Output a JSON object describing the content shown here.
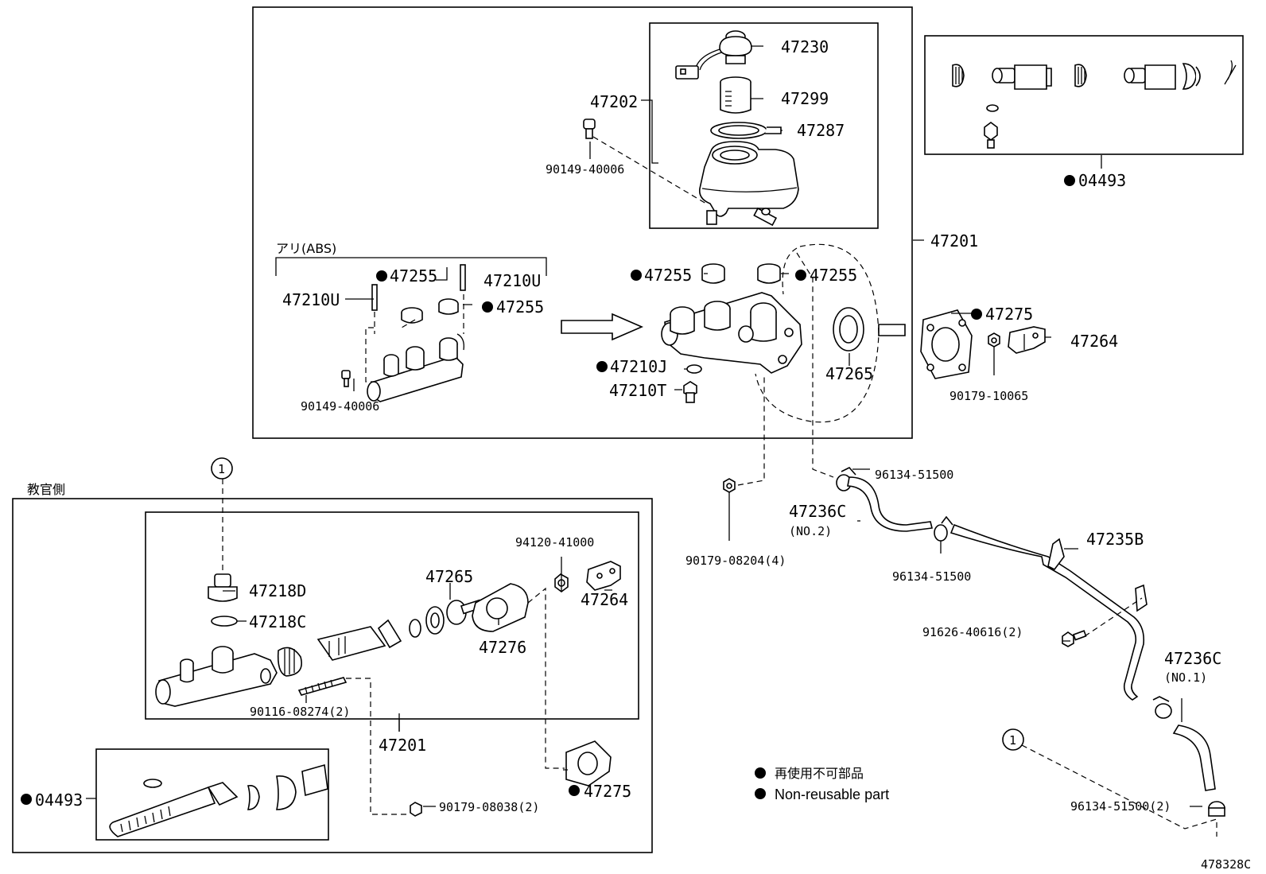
{
  "labels": {
    "p47230": "47230",
    "p47299": "47299",
    "p47287": "47287",
    "p47202": "47202",
    "p90149_top": "90149-40006",
    "p04493_top": "04493",
    "p47201_main": "47201",
    "abs_note": "アリ(ABS)",
    "p47255_a": "47255",
    "p47210U_r": "47210U",
    "p47210U_l": "47210U",
    "p47255_b": "47255",
    "p90149_abs": "90149-40006",
    "p47255_c": "47255",
    "p47255_d": "47255",
    "p47210J": "47210J",
    "p47210T": "47210T",
    "p47265_top": "47265",
    "p47275_top": "47275",
    "p47264_top": "47264",
    "p90179_10065": "90179-10065",
    "p96134_a": "96134-51500",
    "p47236C_2": "47236C",
    "no2": "(NO.2)",
    "p90179_08204": "90179-08204(4)",
    "p96134_b": "96134-51500",
    "p47235B": "47235B",
    "p91626": "91626-40616(2)",
    "p47236C_1": "47236C",
    "no1": "(NO.1)",
    "p96134_c": "96134-51500(2)",
    "ref1_top": "1",
    "ref1_right": "1",
    "instructor_side": "教官側",
    "p47218D": "47218D",
    "p47218C": "47218C",
    "p47265_bot": "47265",
    "p94120": "94120-41000",
    "p47264_bot": "47264",
    "p47276": "47276",
    "p90116": "90116-08274(2)",
    "p47201_bot": "47201",
    "p04493_bot": "04493",
    "p90179_08038": "90179-08038(2)",
    "p47275_bot": "47275"
  },
  "legend": {
    "jp": "再使用不可部品",
    "en": "Non-reusable part"
  },
  "figure_id": "478328C"
}
